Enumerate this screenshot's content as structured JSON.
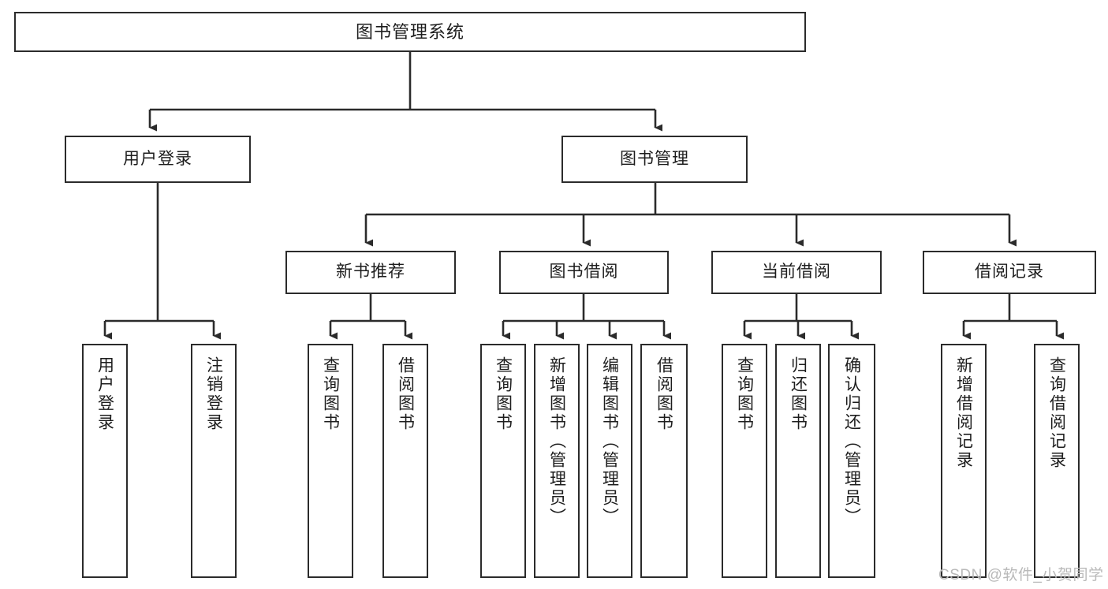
{
  "diagram": {
    "title": "图书管理系统",
    "type": "function-structure-tree",
    "stroke_color": "#2b2b2b",
    "fill_color": "#ffffff",
    "text_color": "#1d1d1d"
  },
  "nodes": {
    "root": {
      "label": "图书管理系统"
    },
    "level2": [
      {
        "label": "用户登录"
      },
      {
        "label": "图书管理"
      }
    ],
    "level3": [
      {
        "label": "新书推荐"
      },
      {
        "label": "图书借阅"
      },
      {
        "label": "当前借阅"
      },
      {
        "label": "借阅记录"
      }
    ],
    "leaves": [
      {
        "label": "用户登录",
        "parent": "用户登录"
      },
      {
        "label": "注销登录",
        "parent": "用户登录"
      },
      {
        "label": "查询图书",
        "parent": "新书推荐"
      },
      {
        "label": "借阅图书",
        "parent": "新书推荐"
      },
      {
        "label": "查询图书",
        "parent": "图书借阅"
      },
      {
        "label": "新增图书（管理员）",
        "parent": "图书借阅"
      },
      {
        "label": "编辑图书（管理员）",
        "parent": "图书借阅"
      },
      {
        "label": "借阅图书",
        "parent": "图书借阅"
      },
      {
        "label": "查询图书",
        "parent": "当前借阅"
      },
      {
        "label": "归还图书",
        "parent": "当前借阅"
      },
      {
        "label": "确认归还（管理员）",
        "parent": "当前借阅"
      },
      {
        "label": "新增借阅记录",
        "parent": "借阅记录"
      },
      {
        "label": "查询借阅记录",
        "parent": "借阅记录"
      }
    ]
  },
  "watermark": {
    "text": "CSDN @软件_小贺同学"
  }
}
